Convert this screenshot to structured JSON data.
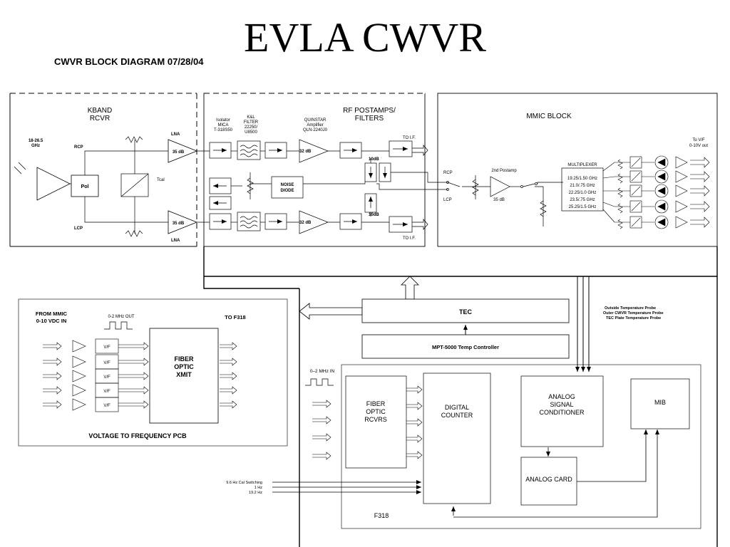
{
  "title": "EVLA CWVR",
  "subtitle": "CWVR BLOCK DIAGRAM 07/28/04",
  "kband": {
    "title1": "KBAND",
    "title2": "RCVR",
    "freq1": "18-26.5",
    "freq2": "GHz",
    "rcp": "RCP",
    "lcp": "LCP",
    "lna": "LNA",
    "gain": "35 dB",
    "pol": "Pol",
    "tcal": "Tcal"
  },
  "rf": {
    "title1": "RF POSTAMPS/",
    "title2": "FILTERS",
    "isolator": [
      "Isolator",
      "MICA",
      "T-318S50"
    ],
    "kl": [
      "K&L",
      "FILTER",
      "22250/",
      "U8500"
    ],
    "quinstar": [
      "QUINSTAR",
      "Amplifier",
      "QLN-2240J0"
    ],
    "amp_gain": "32 dB",
    "coupler": "10dB",
    "to_if": "TO I.F.",
    "noise1": "NOISE",
    "noise2": "DIODE"
  },
  "mmic": {
    "title": "MMIC BLOCK",
    "rcp": "RCP",
    "lcp": "LCP",
    "postamp": "2nd Postamp",
    "gain": "35 dB",
    "multiplexer": "MULTIPLEXER",
    "channels": [
      "19.25/1.50 GHz",
      "21.0/.75 GHz",
      "22.25/1.0 GHz",
      "23.5/.75 GHz",
      "25.25/1.5 GHz"
    ],
    "to_vf1": "To V/F",
    "to_vf2": "0-10V out"
  },
  "vf": {
    "from1": "FROM MMIC",
    "from2": "0-10 VDC IN",
    "out": "0-2 MHz OUT",
    "to": "TO F318",
    "vf_label": "V/F",
    "fiber": [
      "FIBER",
      "OPTIC",
      "XMIT"
    ],
    "caption": "VOLTAGE TO FREQUENCY PCB"
  },
  "tec": {
    "label": "TEC",
    "controller": "MPT-5000 Temp Controller"
  },
  "probes": [
    "Outside Temperature Probe",
    "Outer CWVR Temperature Probe",
    "TEC Plate Temperature Probe"
  ],
  "f318": {
    "in": "0–2 MHz IN",
    "fiber": [
      "FIBER",
      "OPTIC",
      "RCVRS"
    ],
    "counter": [
      "DIGITAL",
      "COUNTER"
    ],
    "analog": [
      "ANALOG",
      "SIGNAL",
      "CONDITIONER"
    ],
    "mib": "MIB",
    "card": "ANALOG CARD",
    "label": "F318",
    "inputs": [
      "9.6 Hz Cal Switching",
      "1 Hz",
      "19.2 Hz"
    ]
  }
}
